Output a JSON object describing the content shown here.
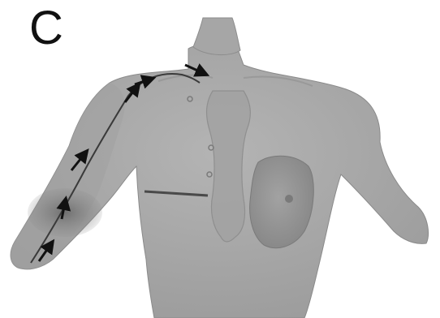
{
  "figure": {
    "panel_label": "C",
    "parts": {
      "torso": "torso-illustration",
      "arm": "right-arm",
      "vein": "vein-path",
      "sternum": "sternum-shape",
      "breast": "left-breast",
      "incision": "incision-line",
      "insertion_site": "insertion-site-shading",
      "chest_markers": "catheter-port-markers"
    },
    "arrows": [
      {
        "id": "arrow-1",
        "direction": "up"
      },
      {
        "id": "arrow-2",
        "direction": "up"
      },
      {
        "id": "arrow-3",
        "direction": "up"
      },
      {
        "id": "arrow-4",
        "direction": "up-right"
      },
      {
        "id": "arrow-5",
        "direction": "right"
      },
      {
        "id": "arrow-6",
        "direction": "right"
      }
    ],
    "colors": {
      "skin": "#a8a8a8",
      "skin_shadow": "#8a8a8a",
      "skin_dark": "#6e6e6e",
      "outline": "#7a7a7a",
      "vein": "#3a3a3a",
      "arrow": "#111111",
      "incision": "#4a4a4a"
    }
  }
}
